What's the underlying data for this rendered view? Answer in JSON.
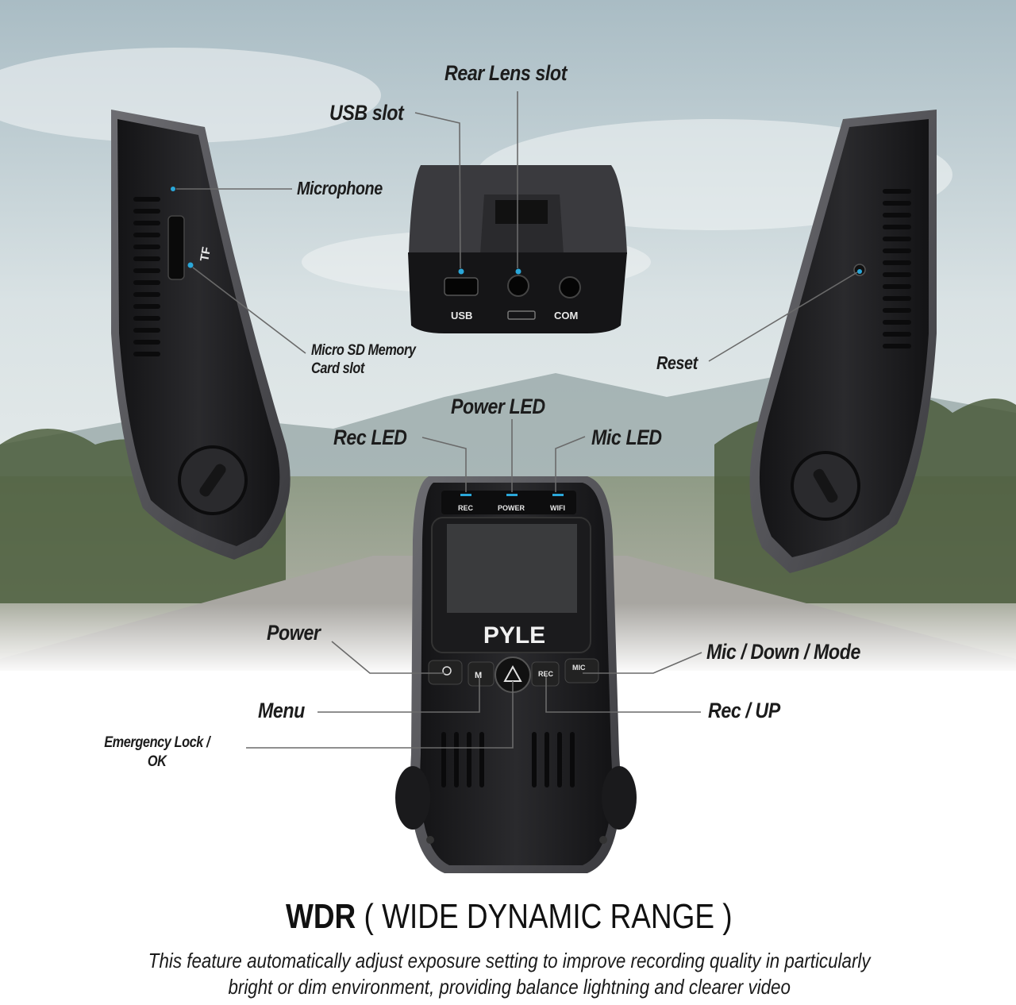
{
  "callouts": {
    "rear_lens_slot": "Rear Lens slot",
    "usb_slot": "USB slot",
    "microphone": "Microphone",
    "micro_sd_line1": "Micro SD Memory",
    "micro_sd_line2": "Card slot",
    "reset": "Reset",
    "power_led": "Power LED",
    "rec_led": "Rec LED",
    "mic_led": "Mic LED",
    "power": "Power",
    "mic_down_mode": "Mic / Down / Mode",
    "menu": "Menu",
    "rec_up": "Rec / UP",
    "emergency_lock_line1": "Emergency Lock /",
    "emergency_lock_line2": "OK"
  },
  "device_labels": {
    "tf": "TF",
    "usb_port": "USB",
    "com_port": "COM",
    "rec_led": "REC",
    "power_led": "POWER",
    "wifi_led": "WIFI",
    "brand": "PYLE",
    "btn_mic": "MIC",
    "btn_rec": "REC",
    "btn_menu": "M"
  },
  "footer": {
    "title_bold": "WDR",
    "title_rest": " ( WIDE DYNAMIC RANGE )",
    "desc_line1": "This feature automatically adjust exposure setting to improve recording quality in particularly",
    "desc_line2": "bright or dim environment, providing balance lightning and clearer video"
  },
  "colors": {
    "led_blue": "#2aa7d9",
    "device_body": "#1e1e20",
    "text": "#1c1c1c",
    "sky_top": "#b9c9cf",
    "road": "#9a9590"
  }
}
